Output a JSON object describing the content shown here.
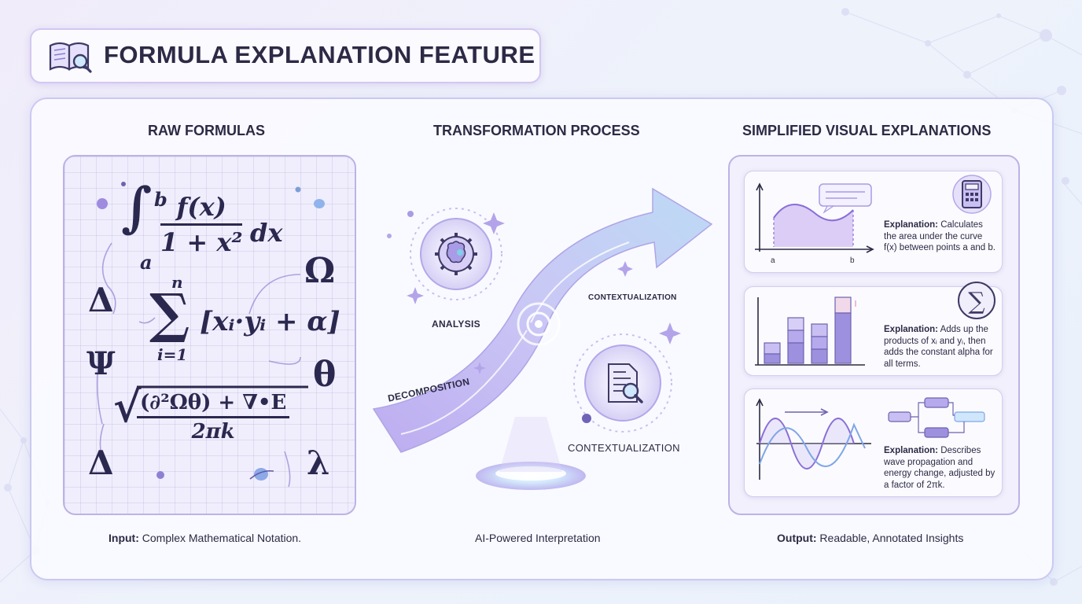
{
  "header": {
    "title": "FORMULA EXPLANATION FEATURE",
    "icon": "book-magnifier-icon"
  },
  "columns": {
    "raw": {
      "heading": "RAW FORMULAS",
      "footer_label": "Input:",
      "footer_text": " Complex Mathematical Notation."
    },
    "process": {
      "heading": "TRANSFORMATION PROCESS",
      "footer_text": "AI-Powered Interpretation",
      "steps": {
        "analysis": "ANALYSIS",
        "decomposition": "DECOMPOSITION",
        "contextualization_top": "CONTEXTUALIZATION",
        "contextualization_bottom": "CONTEXTUALIZATION"
      }
    },
    "output": {
      "heading": "SIMPLIFIED VISUAL EXPLANATIONS",
      "footer_label": "Output:",
      "footer_text": " Readable, Annotated Insights"
    }
  },
  "formulas": {
    "integral_upper": "b",
    "integral_lower": "a",
    "integral_num": "f(x)",
    "integral_den": "1 + x²",
    "integral_dx": "dx",
    "sum_top": "n",
    "sum_bottom": "i=1",
    "sum_body": "[xᵢ·yᵢ + α]",
    "sqrt_num": "(∂²Ωθ) + ∇•E",
    "sqrt_den": "2πk",
    "symbols": {
      "delta1": "Δ",
      "omega": "Ω",
      "psi": "Ψ",
      "theta": "θ",
      "delta2": "Δ",
      "lambda": "λ",
      "sigma": "∑",
      "integral": "∫",
      "sqrt": "√"
    }
  },
  "explanations": [
    {
      "label": "Explanation:",
      "text": " Calculates the area under the curve f(x) between points a and b.",
      "axis_a": "a",
      "axis_b": "b",
      "icon": "calculator-icon"
    },
    {
      "label": "Explanation:",
      "text": " Adds up the products of xᵢ and yᵢ, then adds the constant alpha for all terms.",
      "icon": "sigma-icon"
    },
    {
      "label": "Explanation:",
      "text": " Describes wave propagation and energy change, adjusted by a factor of 2πk.",
      "icon": "flowchart-icon"
    }
  ],
  "colors": {
    "accent": "#9d8fe6",
    "arrow": "#b8aef0",
    "border": "#cbc9f2",
    "text": "#2c2a45"
  }
}
